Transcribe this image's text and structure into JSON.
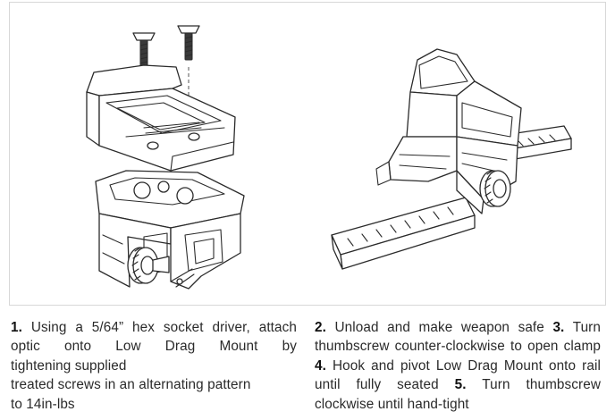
{
  "steps_left": {
    "step1_num": "1.",
    "step1_line1": "Using a 5/64” hex socket driver, attach",
    "step1_line2": "optic onto Low Drag Mount by",
    "step1_line3": "tightening supplied",
    "step1_line4": "treated screws in an alternating pattern",
    "step1_line5": "to 14in-lbs"
  },
  "steps_right": {
    "step2_num": "2.",
    "step2_text": "Unload and make weapon safe",
    "step3_num": "3.",
    "step3_text": "Turn thumbscrew counter-clockwise to open clamp",
    "step4_num": "4.",
    "step4_text": "Hook and pivot Low Drag Mount onto rail until fully seated",
    "step5_num": "5.",
    "step5_text": "Turn thumbscrew clockwise until hand-tight"
  }
}
